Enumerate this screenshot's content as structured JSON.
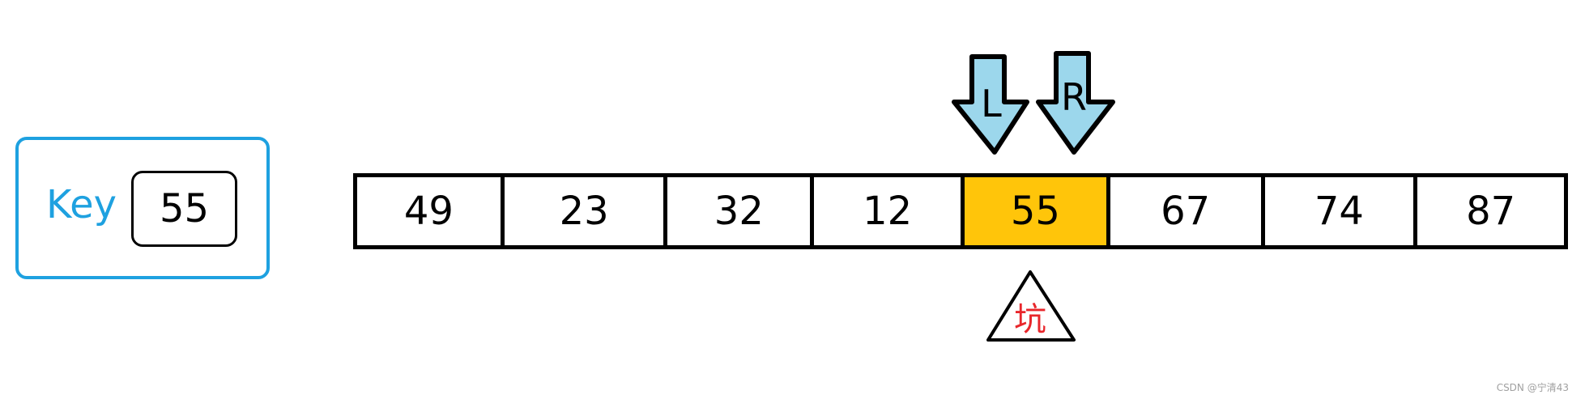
{
  "key_panel": {
    "label": "Key",
    "value": "55"
  },
  "array": {
    "cells": [
      "49",
      "23",
      "32",
      "12",
      "55",
      "67",
      "74",
      "87"
    ],
    "highlight_index": 4,
    "highlight_color": "#ffc50a"
  },
  "pointers": {
    "left": "L",
    "right": "R",
    "color": "#9cd7ec"
  },
  "pit": {
    "label": "坑",
    "color": "#e8262b"
  },
  "credit": "CSDN @宁清43"
}
